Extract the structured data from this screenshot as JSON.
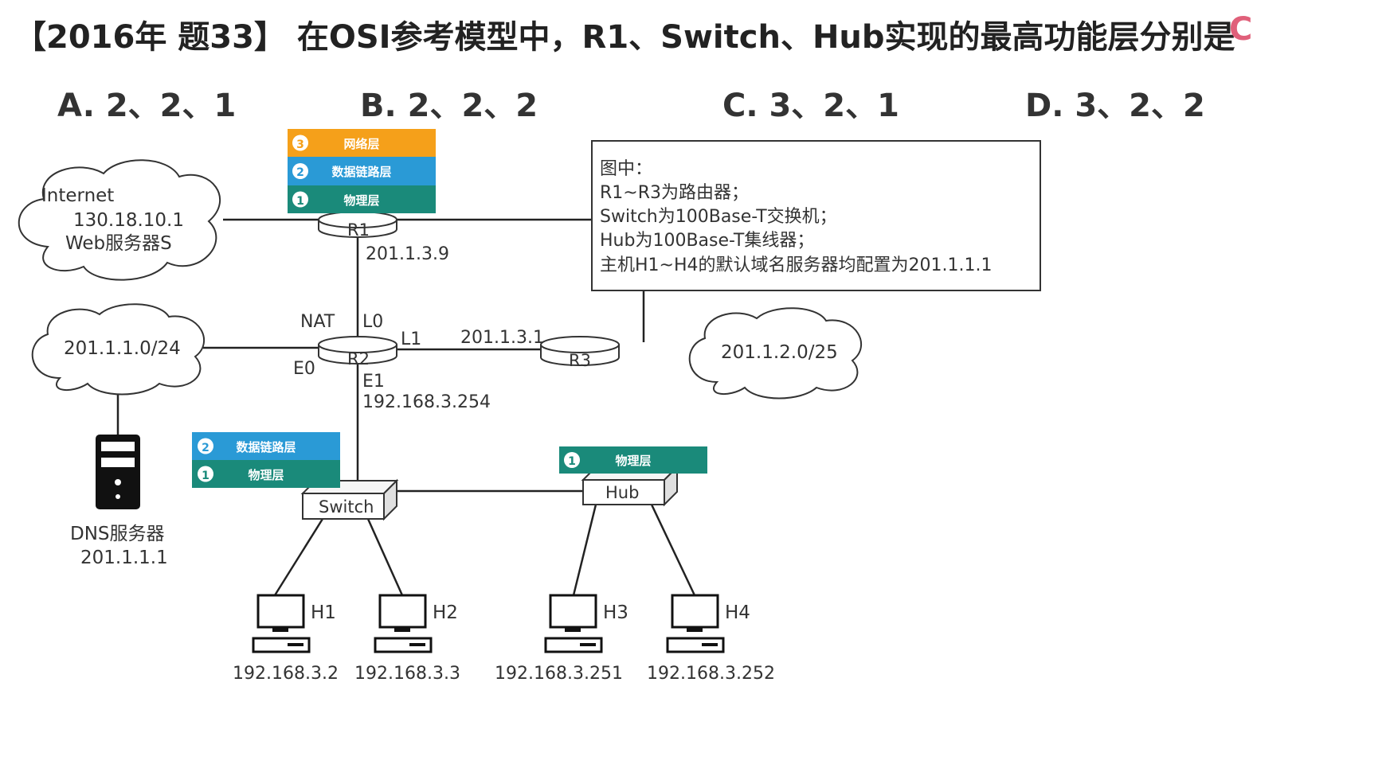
{
  "question": {
    "title": "【2016年 题33】 在OSI参考模型中，R1、Switch、Hub实现的最高功能层分别是",
    "answer": "C",
    "options": [
      {
        "label": "A. 2、2、1"
      },
      {
        "label": "B. 2、2、2"
      },
      {
        "label": "C. 3、2、1"
      },
      {
        "label": "D. 3、2、2"
      }
    ]
  },
  "legend_box": {
    "lines": [
      "图中：",
      "R1~R3为路由器；",
      "Switch为100Base-T交换机；",
      "Hub为100Base-T集线器；",
      "主机H1~H4的默认域名服务器均配置为201.1.1.1"
    ]
  },
  "layer_stacks": {
    "r1": [
      {
        "num": "3",
        "name": "网络层",
        "color": "#f5a01a"
      },
      {
        "num": "2",
        "name": "数据链路层",
        "color": "#2a9ad6"
      },
      {
        "num": "1",
        "name": "物理层",
        "color": "#1a8a7a"
      }
    ],
    "switch": [
      {
        "num": "2",
        "name": "数据链路层",
        "color": "#2a9ad6"
      },
      {
        "num": "1",
        "name": "物理层",
        "color": "#1a8a7a"
      }
    ],
    "hub": [
      {
        "num": "1",
        "name": "物理层",
        "color": "#1a8a7a"
      }
    ]
  },
  "clouds": {
    "internet": {
      "lines": [
        "Internet",
        "130.18.10.1",
        "Web服务器S"
      ]
    },
    "net1": {
      "label": "201.1.1.0/24"
    },
    "net2": {
      "label": "201.1.2.0/25"
    }
  },
  "devices": {
    "r1": "R1",
    "r2": "R2",
    "r3": "R3",
    "switch": "Switch",
    "hub": "Hub"
  },
  "labels": {
    "r1_ip": "201.1.3.9",
    "nat": "NAT",
    "l0": "L0",
    "l1": "L1",
    "r3_ip": "201.1.3.1",
    "e0": "E0",
    "e1": "E1",
    "e1_ip": "192.168.3.254"
  },
  "dns": {
    "name": "DNS服务器",
    "ip": "201.1.1.1"
  },
  "hosts": [
    {
      "name": "H1",
      "ip": "192.168.3.2"
    },
    {
      "name": "H2",
      "ip": "192.168.3.3"
    },
    {
      "name": "H3",
      "ip": "192.168.3.251"
    },
    {
      "name": "H4",
      "ip": "192.168.3.252"
    }
  ]
}
